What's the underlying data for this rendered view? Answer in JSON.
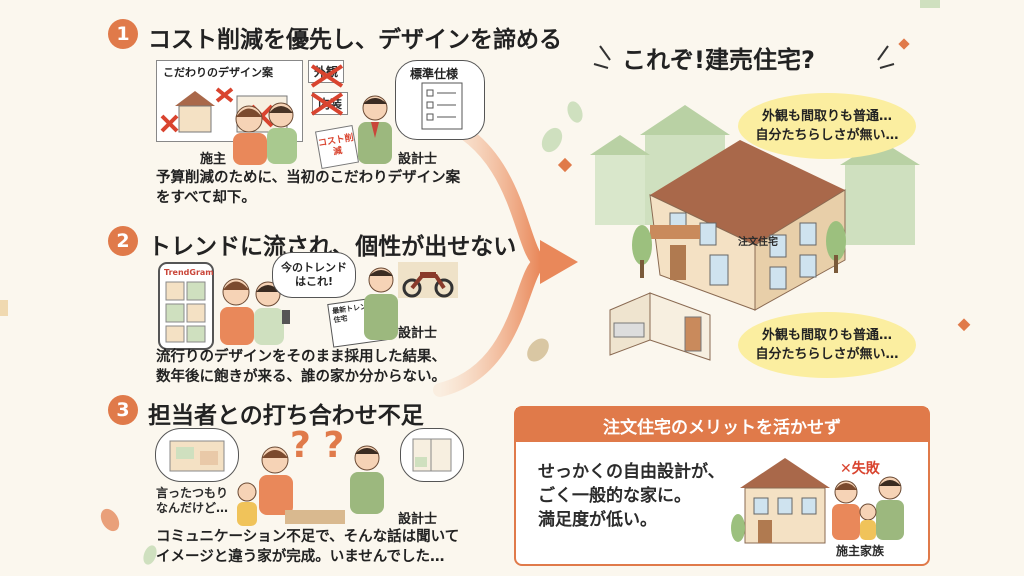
{
  "sections": [
    {
      "number": "1",
      "title": "コスト削減を優先し、デザインを諦める",
      "design_card_label": "こだわりのデザイン案",
      "gaikan_label": "外観",
      "naiso_label": "内装",
      "cost_sign": "コスト削減",
      "thought_label": "標準仕様",
      "client_label": "施主",
      "designer_label": "設計士",
      "desc_lines": [
        "予算削減のために、当初のこだわりデザイン案",
        "をすべて却下。"
      ]
    },
    {
      "number": "2",
      "title": "トレンドに流され、個性が出せない",
      "app_name": "TrendGram",
      "speech": "今のトレンドはこれ!",
      "magazine_label": "最新トレンド住宅",
      "designer_label": "設計士",
      "desc_lines": [
        "流行りのデザインをそのまま採用した結果、",
        "数年後に飽きが来る、誰の家か分からない。"
      ]
    },
    {
      "number": "3",
      "title": "担当者との打ち合わせ不足",
      "client_speech_lines": [
        "言ったつもり",
        "なんだけど…"
      ],
      "designer_label": "設計士",
      "desc_lines": [
        "コミュニケーション不足で、そんな話は聞いて",
        "イメージと違う家が完成。いませんでした…"
      ]
    }
  ],
  "right": {
    "headline": "これぞ!建売住宅?",
    "bubble_top": [
      "外観も間取りも普通…",
      "自分たちらしさが無い…"
    ],
    "bubble_bottom": [
      "外観も間取りも普通…",
      "自分たちらしさが無い…"
    ],
    "house_sign": "注文住宅",
    "box_title": "注文住宅のメリットを活かせず",
    "box_lines": [
      "せっかくの自由設計が、",
      "ごく一般的な家に。",
      "満足度が低い。"
    ],
    "fail_mark": "✕",
    "fail_label": "失敗",
    "family_label": "施主家族"
  },
  "colors": {
    "accent": "#e07a4a",
    "bubble": "#fbeea0",
    "green_house": "#cfe0bf",
    "roof": "#a9684a",
    "wall": "#f4e1c4"
  }
}
